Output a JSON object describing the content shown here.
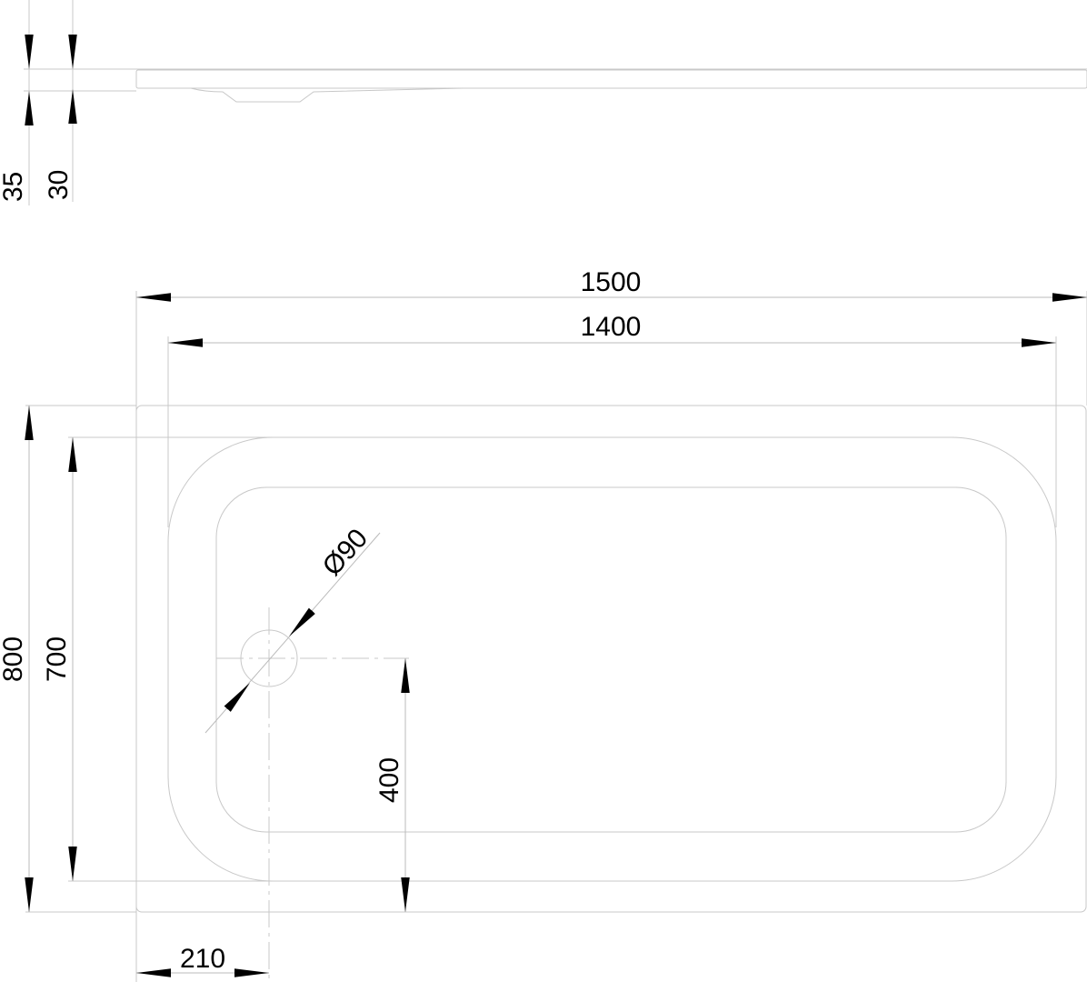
{
  "side_view": {
    "total_height": "35",
    "tray_height": "30"
  },
  "plan_view": {
    "overall_length": "1500",
    "inner_length": "1400",
    "overall_width": "800",
    "inner_width": "700",
    "drain_diameter": "Ø90",
    "drain_offset_y": "400",
    "drain_offset_x": "210"
  }
}
